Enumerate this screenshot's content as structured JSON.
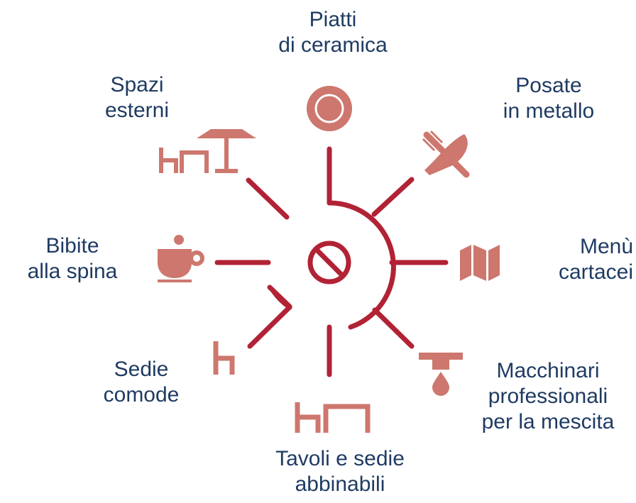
{
  "colors": {
    "line": "#b22235",
    "icon": "#cd776e",
    "text": "#1f3b63",
    "background": "#ffffff"
  },
  "center": {
    "icon": "no-entry-icon"
  },
  "items": [
    {
      "icon": "plate-icon",
      "lines": [
        "Piatti",
        "di ceramica"
      ]
    },
    {
      "icon": "cutlery-icon",
      "lines": [
        "Posate",
        "in metallo"
      ]
    },
    {
      "icon": "menu-book-icon",
      "lines": [
        "Menù",
        "cartacei"
      ]
    },
    {
      "icon": "tap-machine-icon",
      "lines": [
        "Macchinari",
        "professionali",
        "per la mescita"
      ]
    },
    {
      "icon": "table-chair-icon",
      "lines": [
        "Tavoli e sedie",
        "abbinabili"
      ]
    },
    {
      "icon": "chair-icon",
      "lines": [
        "Sedie",
        "comode"
      ]
    },
    {
      "icon": "coffee-cup-icon",
      "lines": [
        "Bibite",
        "alla spina"
      ]
    },
    {
      "icon": "parasol-table-icon",
      "lines": [
        "Spazi",
        "esterni"
      ]
    }
  ]
}
